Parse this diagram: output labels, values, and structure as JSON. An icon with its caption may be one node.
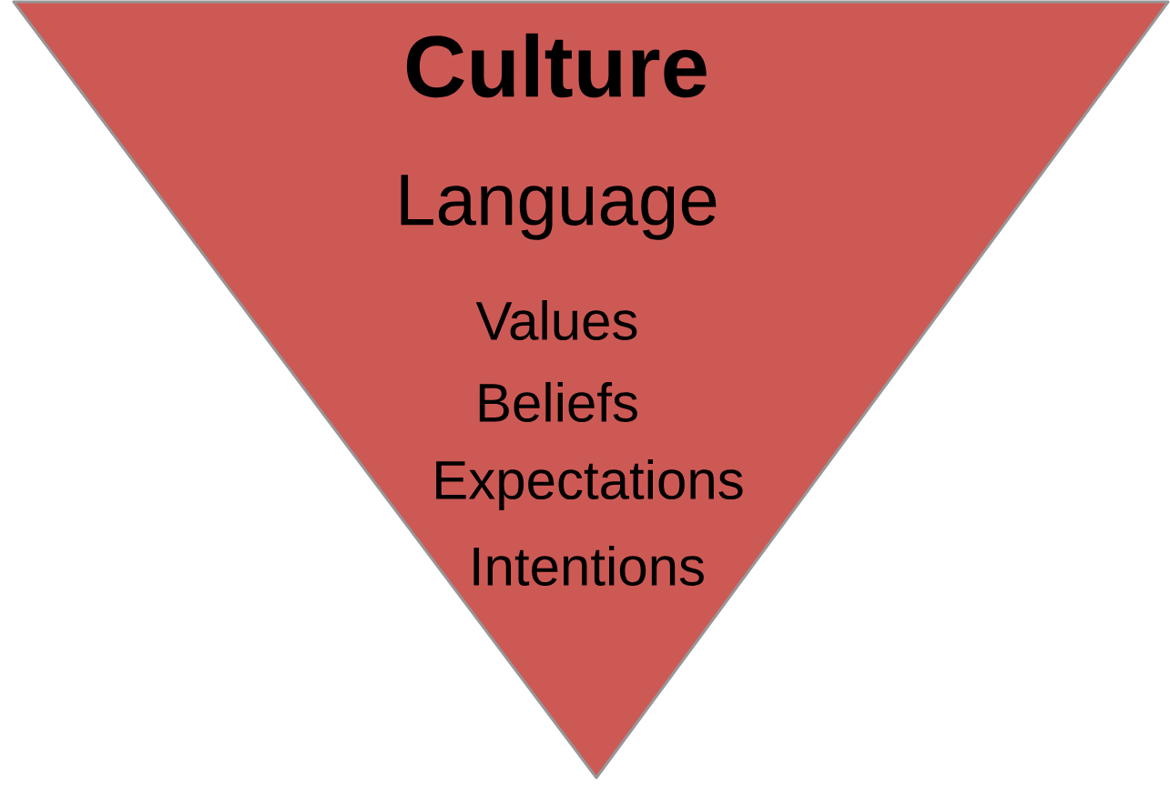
{
  "diagram": {
    "nodes": [
      {
        "text": [
          "Culture",
          "Language",
          "Values",
          "Beliefs",
          "Expectations",
          "Intentions"
        ]
      }
    ]
  }
}
